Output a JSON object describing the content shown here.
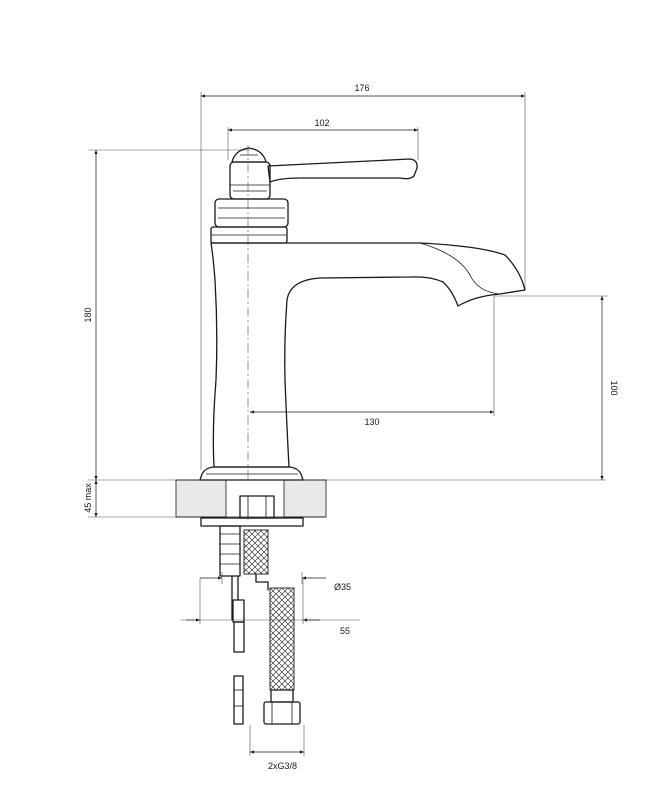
{
  "dimensions": {
    "total_length": "176",
    "handle_length": "102",
    "total_height": "180",
    "spout_height": "100",
    "spout_reach": "130",
    "max_counter_thickness": "45 max",
    "mounting_diameter": "Ø35",
    "base_width": "55",
    "connection_thread": "2xG3/8"
  },
  "colors": {
    "line": "#1a1a1a",
    "countertop": "#e9e9e9"
  }
}
